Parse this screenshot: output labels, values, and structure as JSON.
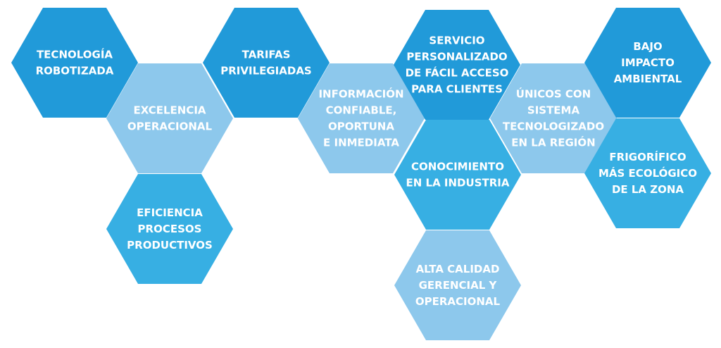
{
  "colors": {
    "dark": "#219ad9",
    "mid": "#37afe3",
    "light": "#8dc8ec",
    "text": "#ffffff"
  },
  "hexagons": [
    {
      "id": "tecnologia-robotizada",
      "shade": "dark",
      "lines": [
        "TECNOLOGÍA",
        "ROBOTIZADA"
      ]
    },
    {
      "id": "excelencia-operacional",
      "shade": "light",
      "lines": [
        "EXCELENCIA",
        "OPERACIONAL"
      ]
    },
    {
      "id": "eficiencia-procesos-productivos",
      "shade": "mid",
      "lines": [
        "EFICIENCIA",
        "PROCESOS",
        "PRODUCTIVOS"
      ]
    },
    {
      "id": "tarifas-privilegiadas",
      "shade": "dark",
      "lines": [
        "TARIFAS",
        "PRIVILEGIADAS"
      ]
    },
    {
      "id": "informacion-confiable",
      "shade": "light",
      "lines": [
        "INFORMACIÓN",
        "CONFIABLE,",
        "OPORTUNA",
        "E INMEDIATA"
      ]
    },
    {
      "id": "servicio-personalizado",
      "shade": "dark",
      "lines": [
        "SERVICIO",
        "PERSONALIZADO",
        "DE FÁCIL ACCESO",
        "PARA CLIENTES"
      ]
    },
    {
      "id": "conocimiento-industria",
      "shade": "mid",
      "lines": [
        "CONOCIMIENTO",
        "EN LA INDUSTRIA"
      ]
    },
    {
      "id": "alta-calidad-gerencial",
      "shade": "light",
      "lines": [
        "ALTA CALIDAD",
        "GERENCIAL Y",
        "OPERACIONAL"
      ]
    },
    {
      "id": "unicos-sistema-tecnologizado",
      "shade": "light",
      "lines": [
        "ÚNICOS CON",
        "SISTEMA",
        "TECNOLOGIZADO",
        "EN LA REGIÓN"
      ]
    },
    {
      "id": "bajo-impacto-ambiental",
      "shade": "dark",
      "lines": [
        "BAJO",
        "IMPACTO",
        "AMBIENTAL"
      ]
    },
    {
      "id": "frigorifico-mas-ecologico",
      "shade": "mid",
      "lines": [
        "FRIGORÍFICO",
        "MÁS ECOLÓGICO",
        "DE LA ZONA"
      ]
    }
  ]
}
